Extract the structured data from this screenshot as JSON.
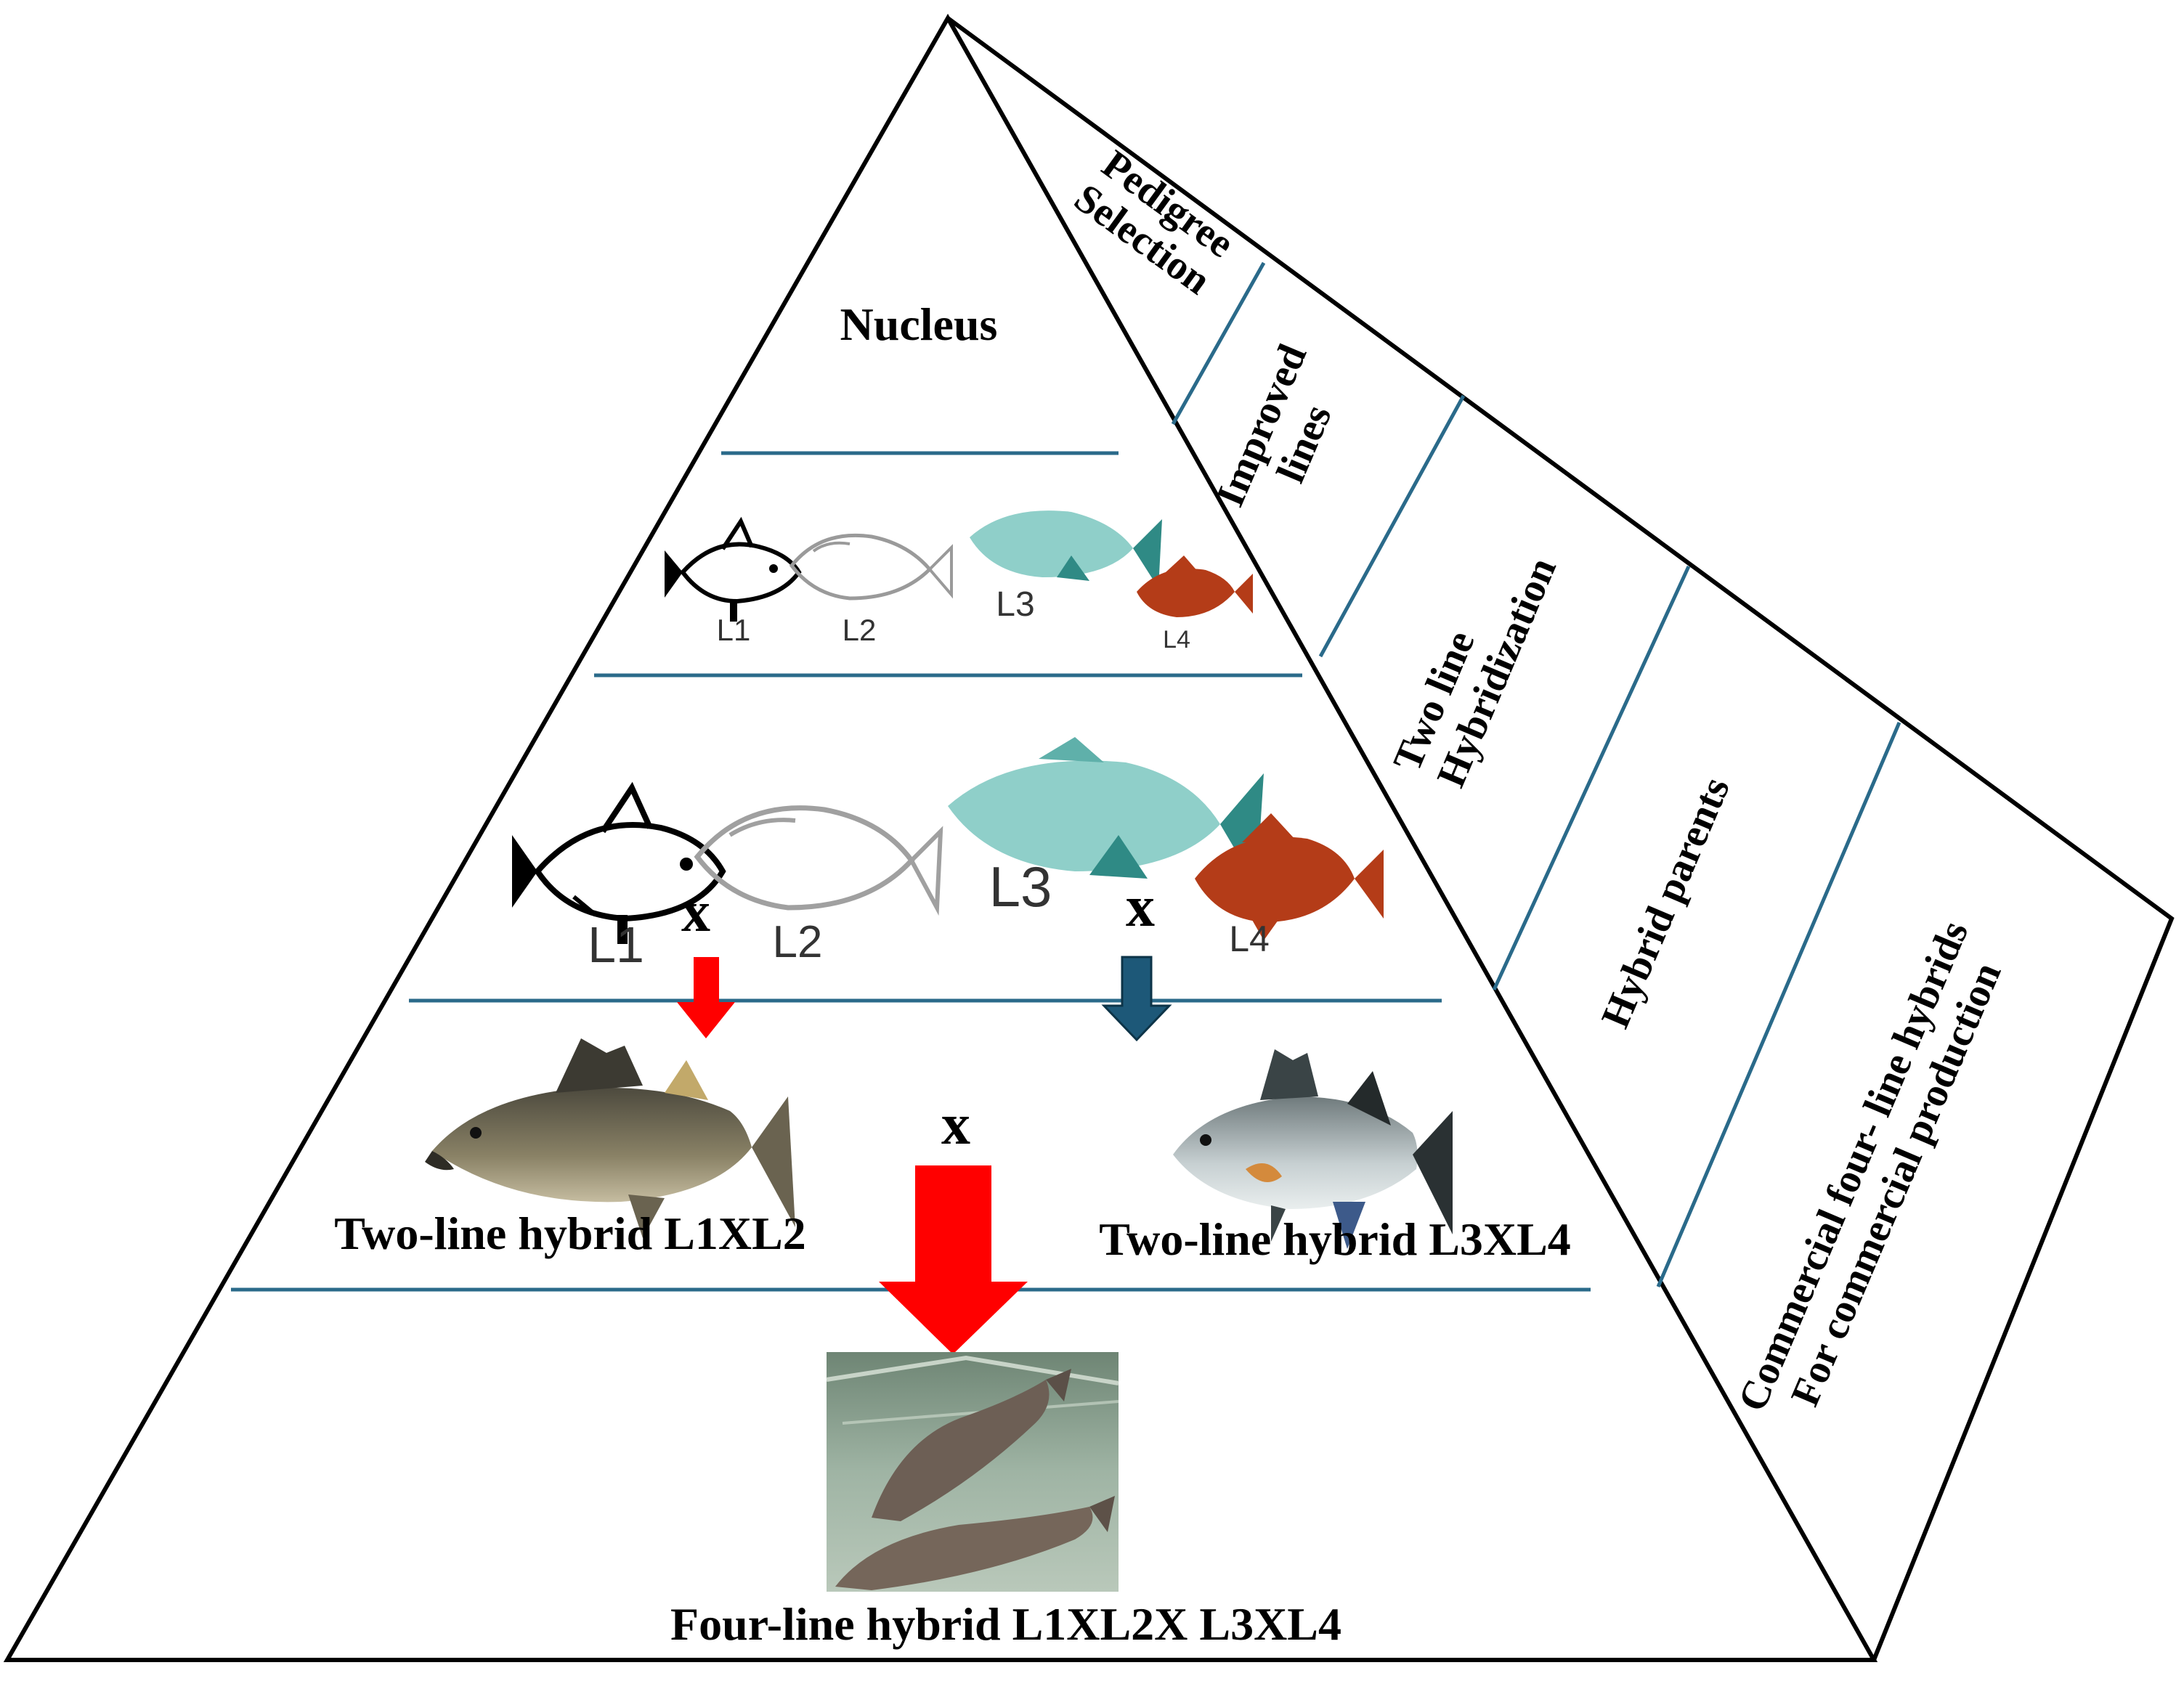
{
  "pyramid": {
    "levels": {
      "nucleus": "Nucleus",
      "two_line_hybrid_a": "Two-line hybrid L1XL2",
      "two_line_hybrid_b": "Two-line hybrid L3XL4",
      "four_line_hybrid": "Four-line hybrid L1XL2X L3XL4"
    },
    "lines": [
      "L1",
      "L2",
      "L3",
      "L4"
    ],
    "cross_symbol": "x"
  },
  "side_panel": {
    "stages": [
      {
        "line1": "Pedigree",
        "line2": "Selection"
      },
      {
        "line1": "Improved",
        "line2": "lines"
      },
      {
        "line1": "Two line",
        "line2": "Hybridization"
      },
      {
        "line1": "Hybrid parents",
        "line2": ""
      },
      {
        "line1": "Commercial four- line hybrids",
        "line2": "For commercial production"
      }
    ]
  },
  "colors": {
    "divider": "#2a6a8a",
    "arrow_red": "#ff0000",
    "arrow_blue": "#1d5878",
    "fish_l3": "#8fcfc9",
    "fish_l4": "#b43c18"
  }
}
